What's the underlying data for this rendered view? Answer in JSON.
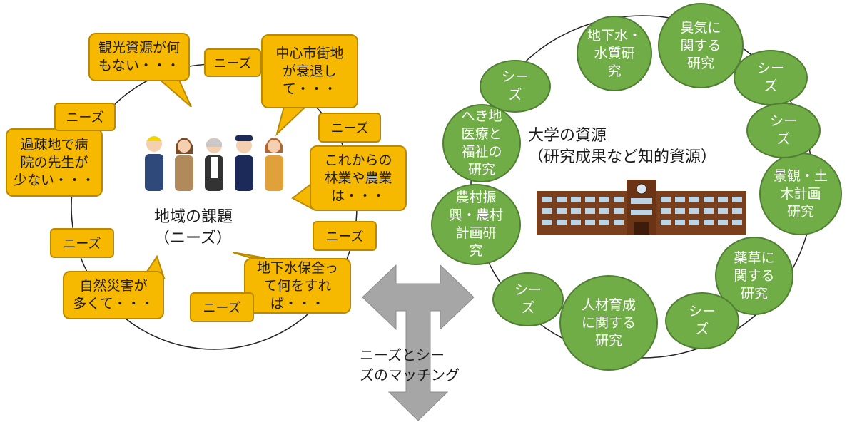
{
  "needs_side": {
    "title": "地域の課題\n（ニーズ）",
    "need_label": "ニーズ",
    "bubbles": [
      {
        "text": "観光資源が何\nもない・・・"
      },
      {
        "text": "中心市街地\nが衰退し\nて・・・"
      },
      {
        "text": "過疎地で病\n院の先生が\n少ない・・・"
      },
      {
        "text": "これからの\n林業や農業\nは・・・"
      },
      {
        "text": "自然災害が\n多くて・・・"
      },
      {
        "text": "地下水保全っ\nて何をすれ\nば・・・"
      }
    ]
  },
  "seeds_side": {
    "title": "大学の資源\n（研究成果など知的資源）",
    "seeds_label": "シー\nズ",
    "research_circles": [
      {
        "text": "地下水・\n水質研\n究"
      },
      {
        "text": "臭気に\n関する\n研究"
      },
      {
        "text": "へき地\n医療と\n福祉の\n研究"
      },
      {
        "text": "景観・土\n木計画\n研究"
      },
      {
        "text": "農村振\n興・農村\n計画研\n究"
      },
      {
        "text": "薬草に\n関する\n研究"
      },
      {
        "text": "人材育成\nに関する\n研究"
      }
    ]
  },
  "matching_label": "ニーズとシー\nズのマッチング",
  "colors": {
    "needs_fill": "#f7b900",
    "seeds_fill": "#70ad47",
    "arrow": "#a6a6a6",
    "building": "#7a3f1c"
  }
}
